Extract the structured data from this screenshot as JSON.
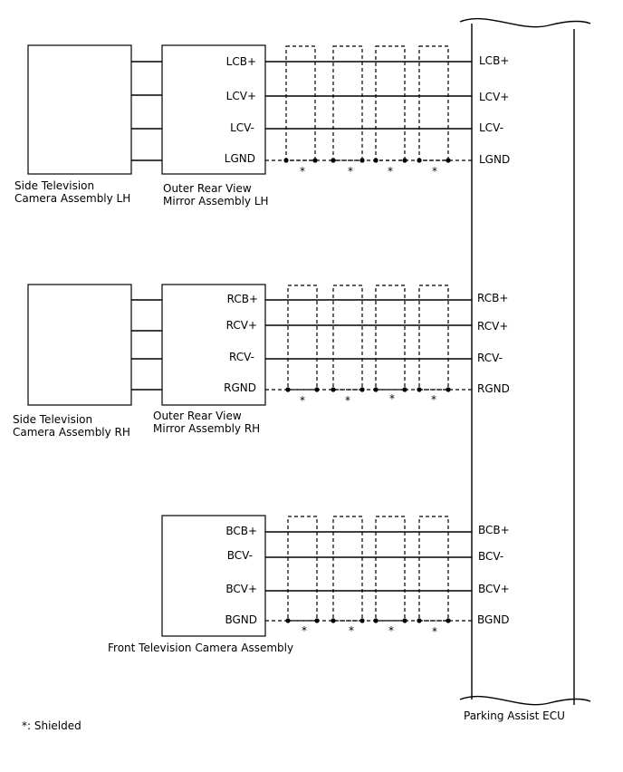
{
  "ecu_label": "Parking Assist ECU",
  "footnote": "*: Shielded",
  "shield_mark": "*",
  "groups": [
    {
      "camera_label": [
        "Side Television",
        "Camera Assembly LH"
      ],
      "mirror_label": [
        "Outer Rear View",
        "Mirror Assembly LH"
      ],
      "pins": [
        "LCB+",
        "LCV+",
        "LCV-",
        "LGND"
      ]
    },
    {
      "camera_label": [
        "Side Television",
        "Camera Assembly RH"
      ],
      "mirror_label": [
        "Outer Rear View",
        "Mirror Assembly RH"
      ],
      "pins": [
        "RCB+",
        "RCV+",
        "RCV-",
        "RGND"
      ]
    },
    {
      "camera_label": [
        "Front Television Camera Assembly"
      ],
      "pins": [
        "BCB+",
        "BCV-",
        "BCV+",
        "BGND"
      ]
    }
  ]
}
